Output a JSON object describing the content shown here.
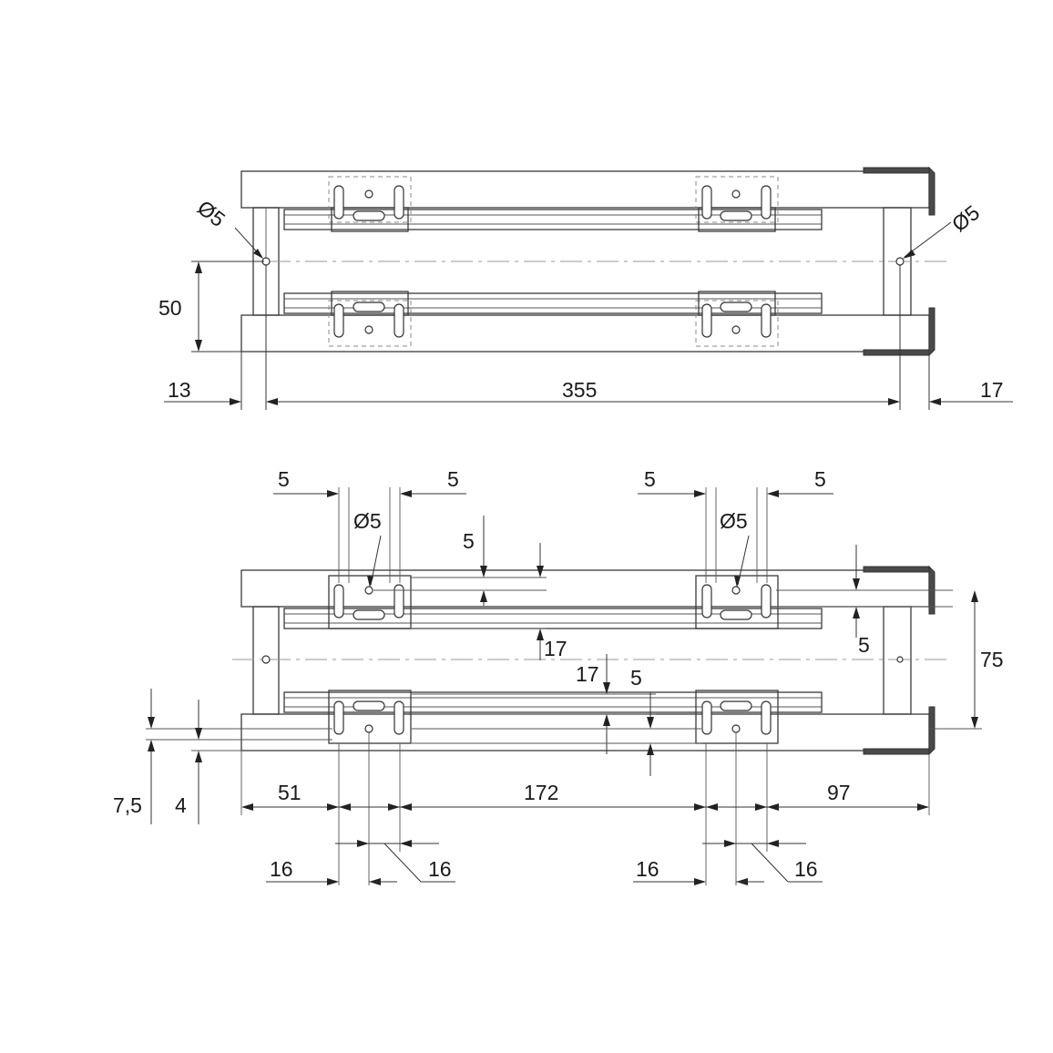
{
  "top_view": {
    "hole_left": "Ø5",
    "hole_right": "Ø5",
    "height_dim": "50",
    "left_offset": "13",
    "length": "355",
    "right_offset": "17"
  },
  "bottom_view": {
    "bracket_left_gap_left": "5",
    "bracket_left_gap_right": "5",
    "bracket_right_gap_left": "5",
    "bracket_right_gap_right": "5",
    "hole_left": "Ø5",
    "hole_right": "Ø5",
    "vert_5_left": "5",
    "dim_17_right": "17",
    "dim_17_left": "17",
    "vert_5_mid": "5",
    "vert_5_right": "5",
    "dim_75": "75",
    "dim_7_5": "7,5",
    "dim_4": "4",
    "dim_51": "51",
    "dim_172": "172",
    "dim_97": "97",
    "dim_16_a": "16",
    "dim_16_b": "16",
    "dim_16_c": "16",
    "dim_16_d": "16"
  }
}
